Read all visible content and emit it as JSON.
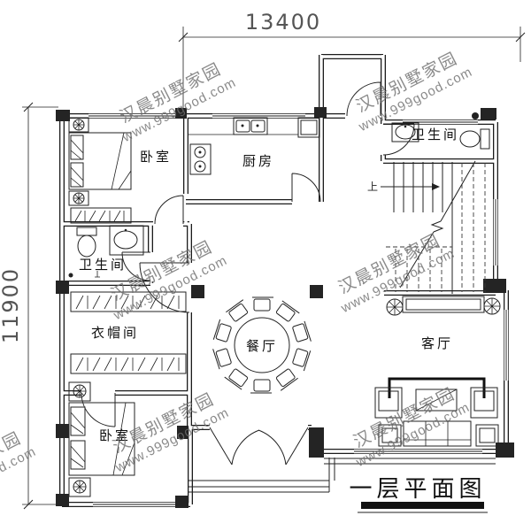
{
  "plan": {
    "title": "一层平面图",
    "dimensions": {
      "top_width": "13400",
      "left_height": "11900"
    },
    "rooms": {
      "bedroom_top": "卧室",
      "kitchen": "厨房",
      "bath_top": "卫生间",
      "bath_mid": "卫生间",
      "cloakroom": "衣帽间",
      "dining": "餐厅",
      "living": "客厅",
      "bedroom_bottom": "卧室",
      "stair_up": "上"
    }
  },
  "watermark": {
    "line1": "汉晨别墅家园",
    "line2": "www.999good.com"
  },
  "colors": {
    "line": "#1b1b1b",
    "watermark": "#6e6e6e",
    "background": "#ffffff",
    "column_fill": "#242424"
  }
}
